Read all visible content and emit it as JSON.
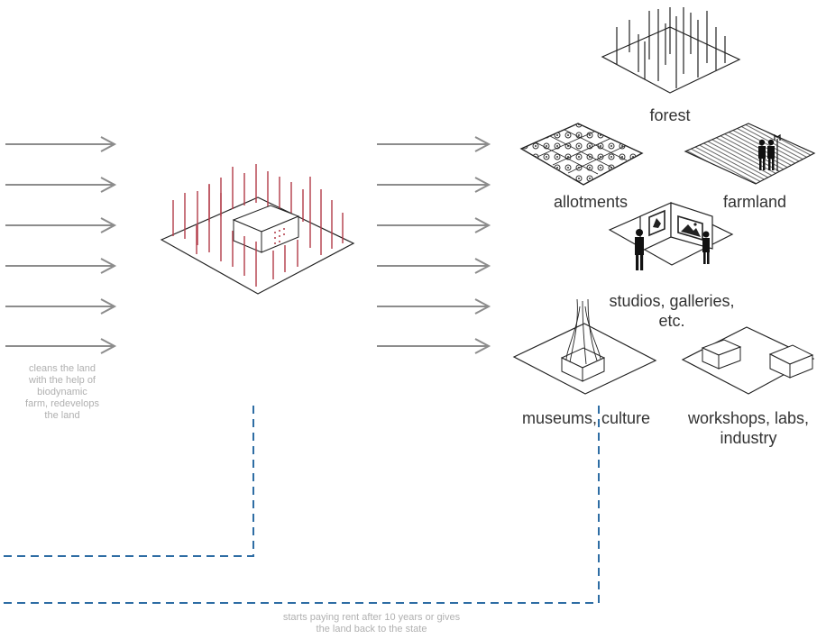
{
  "colors": {
    "arrow": "#8c8c8c",
    "outline": "#222222",
    "pole": "#b23a48",
    "dashed": "#2e6da4",
    "label": "#333333",
    "note": "#b0b0b0"
  },
  "labels": {
    "forest": "forest",
    "allotments": "allotments",
    "farmland": "farmland",
    "studios_line1": "studios, galleries,",
    "studios_line2": "etc.",
    "museums": "museums, culture",
    "workshops_line1": "workshops, labs,",
    "workshops_line2": "industry"
  },
  "notes": {
    "left_note": [
      "cleans the land",
      "with the help of",
      "biodynamic",
      "farm, redevelops",
      "the land"
    ],
    "bottom_note": [
      "starts paying rent after 10 years or gives",
      "the land back to the state"
    ]
  },
  "icons": {
    "forest": "forest-plot-icon",
    "allotments": "allotments-grid-icon",
    "farmland": "farmland-farmers-icon",
    "studios": "gallery-walls-icon",
    "museums": "museum-block-icon",
    "workshops": "workshop-blocks-icon",
    "center": "building-with-poles-icon"
  }
}
